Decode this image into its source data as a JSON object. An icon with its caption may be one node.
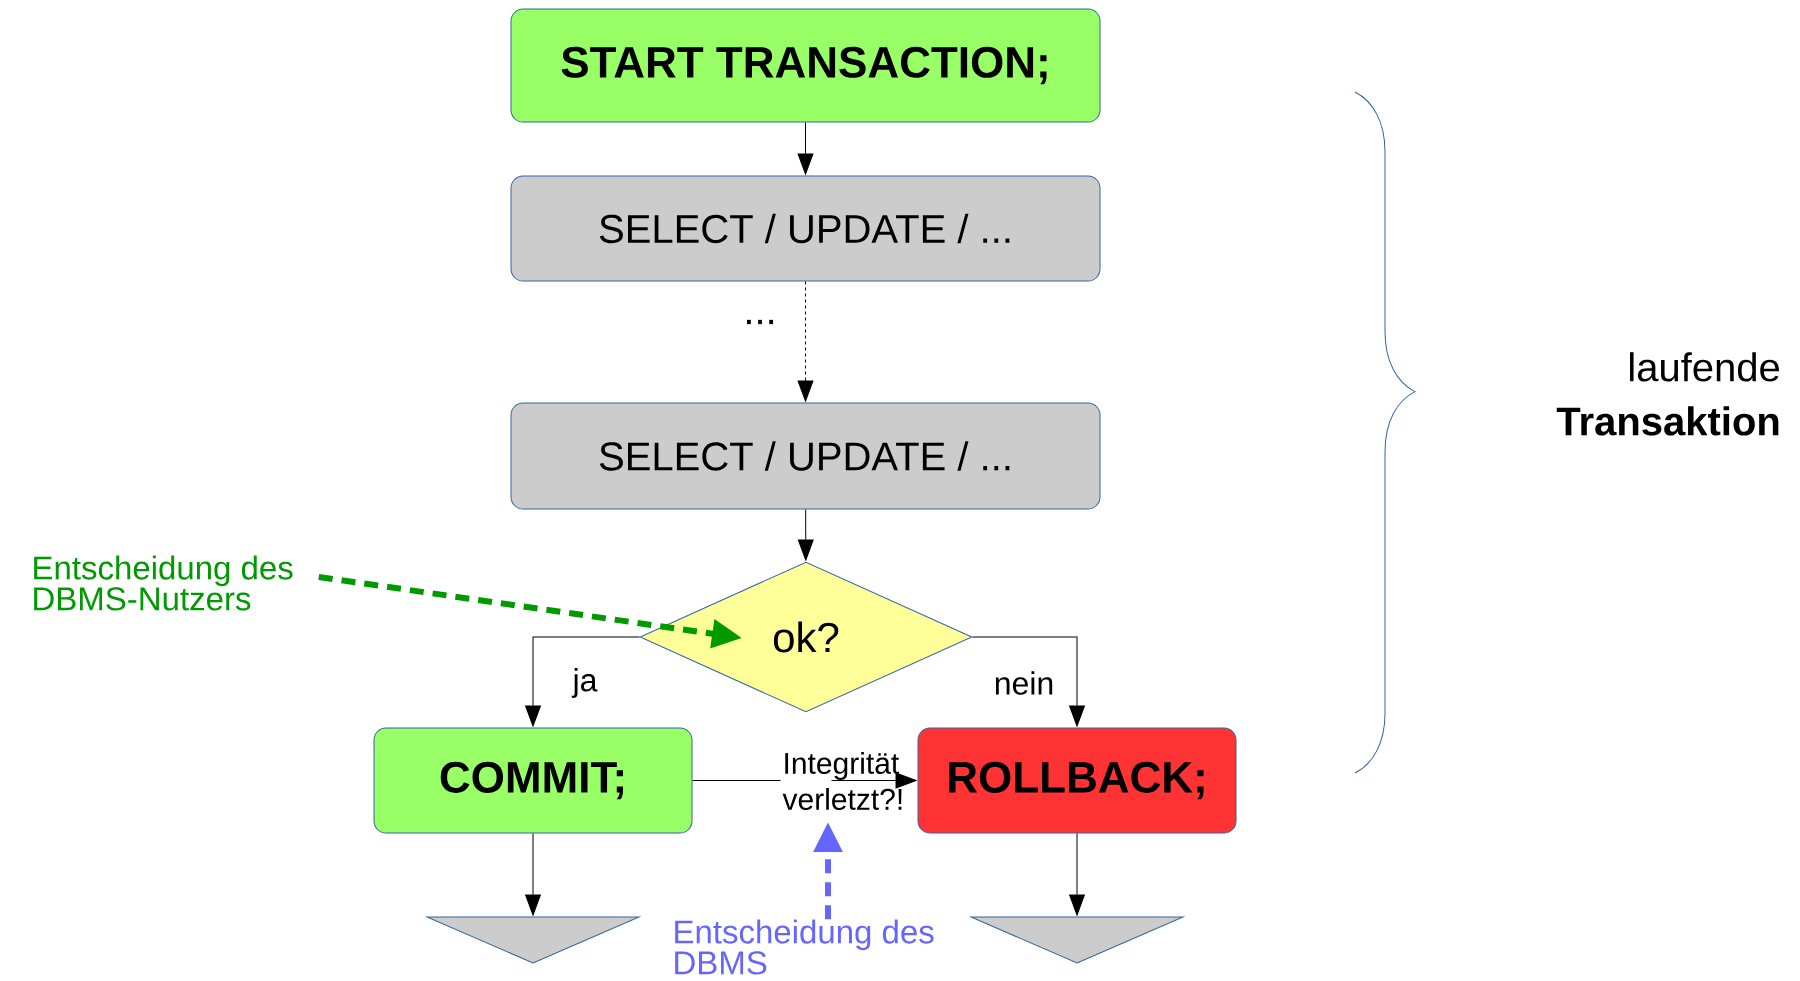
{
  "diagram": {
    "nodes": [
      {
        "text": [
          "START TRANSACTION;"
        ]
      },
      {
        "text": [
          "SELECT / UPDATE / ..."
        ]
      },
      {
        "text": [
          "SELECT / UPDATE / ..."
        ]
      },
      {
        "text": [
          "ok?"
        ]
      },
      {
        "text": [
          "COMMIT;"
        ]
      },
      {
        "text": [
          "ROLLBACK;"
        ]
      },
      {
        "text": [],
        "shape": "triangle"
      },
      {
        "text": [],
        "shape": "triangle"
      },
      {
        "text": [
          "Entscheidung des DBMS-Nutzers"
        ]
      },
      {
        "text": [
          "Entscheidung des DBMS"
        ]
      }
    ],
    "edges": [
      {
        "from": 0,
        "to": 1,
        "arrow": "to"
      },
      {
        "from": 1,
        "to": 2,
        "arrow": "to",
        "style": "dashed",
        "label": "..."
      },
      {
        "from": 2,
        "to": 3,
        "arrow": "to"
      },
      {
        "from": 3,
        "to": 4,
        "arrow": "to",
        "label": "ja"
      },
      {
        "from": 3,
        "to": 5,
        "arrow": "to",
        "label": "nein"
      },
      {
        "from": 4,
        "to": 5,
        "arrow": "to",
        "label": "Integrität verletzt?!"
      },
      {
        "from": 4,
        "to": 6,
        "arrow": "to"
      },
      {
        "from": 5,
        "to": 7,
        "arrow": "to"
      },
      {
        "from": 8,
        "to": 3,
        "arrow": "to",
        "style": "dashed",
        "color": "#009900"
      },
      {
        "from": 9,
        "to": null,
        "arrow": "to",
        "style": "dashed",
        "color": "#6666ff"
      }
    ],
    "labels": [
      "laufende **Transaktion**"
    ]
  }
}
